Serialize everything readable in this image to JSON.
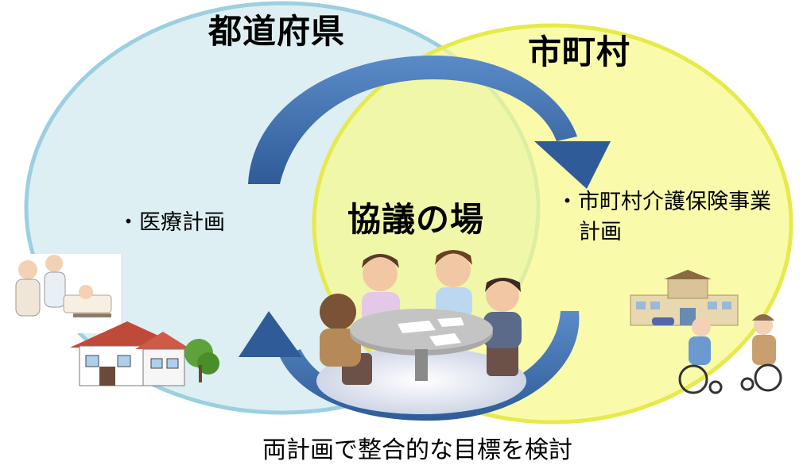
{
  "prefecture": {
    "title": "都道府県",
    "item": "・医療計画"
  },
  "municipality": {
    "title": "市町村",
    "item_line1": "・市町村介護保険事業",
    "item_line2": "計画"
  },
  "center": {
    "title": "協議の場"
  },
  "caption": "両計画で整合的な目標を検討",
  "colors": {
    "prefecture_fill": "#dbeef2",
    "prefecture_stroke": "#9ccfe0",
    "municipality_fill": "#f7f98a",
    "municipality_stroke": "#e6ea4a",
    "arrow": "#3e6fae",
    "table": "#a9a9a9"
  },
  "icons": [
    "hospital-staff-illustration",
    "house-illustration",
    "meeting-people-illustration",
    "care-facility-illustration",
    "wheelchair-seniors-illustration"
  ]
}
